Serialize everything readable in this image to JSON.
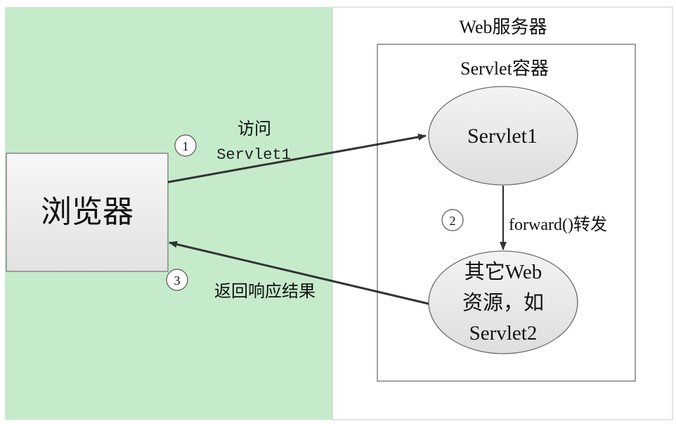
{
  "regions": {
    "web_server_label": "Web服务器",
    "servlet_container_label": "Servlet容器"
  },
  "nodes": {
    "browser": "浏览器",
    "servlet1": "Servlet1",
    "other_web_line1": "其它Web",
    "other_web_line2": "资源，如",
    "other_web_line3": "Servlet2"
  },
  "steps": [
    {
      "number": "1",
      "label_line1": "访问",
      "label_line2": "Servlet1"
    },
    {
      "number": "2",
      "label": "forward()转发"
    },
    {
      "number": "3",
      "label": "返回响应结果"
    }
  ],
  "colors": {
    "client_area": "#c6ebcb",
    "server_area": "#ffffff",
    "browser_fill": "#ececec",
    "ellipse_fill": "#e9e9e9",
    "arrow": "#333333"
  }
}
